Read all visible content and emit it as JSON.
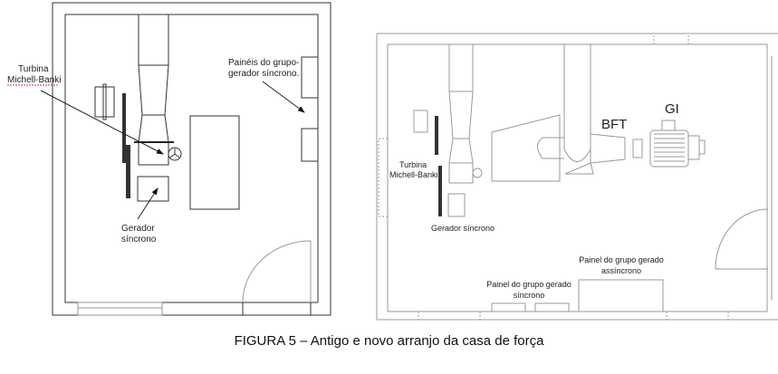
{
  "left_plan": {
    "label_turbine": [
      "Turbina",
      "Michell-Banki"
    ],
    "label_panels": [
      "Painéis do grupo-",
      "gerador síncrono."
    ],
    "label_generator": [
      "Gerador",
      "síncrono"
    ]
  },
  "right_plan": {
    "label_turbine": [
      "Turbina",
      "Michell-Banki"
    ],
    "label_generator": "Gerador síncrono",
    "label_bft": "BFT",
    "label_gi": "GI",
    "label_panel_async": [
      "Painel do grupo gerado",
      "assíncrono"
    ],
    "label_panel_sync": [
      "Painel do grupo gerado",
      "síncrono"
    ]
  },
  "caption": "FIGURA 5 – Antigo e novo arranjo da casa de força"
}
